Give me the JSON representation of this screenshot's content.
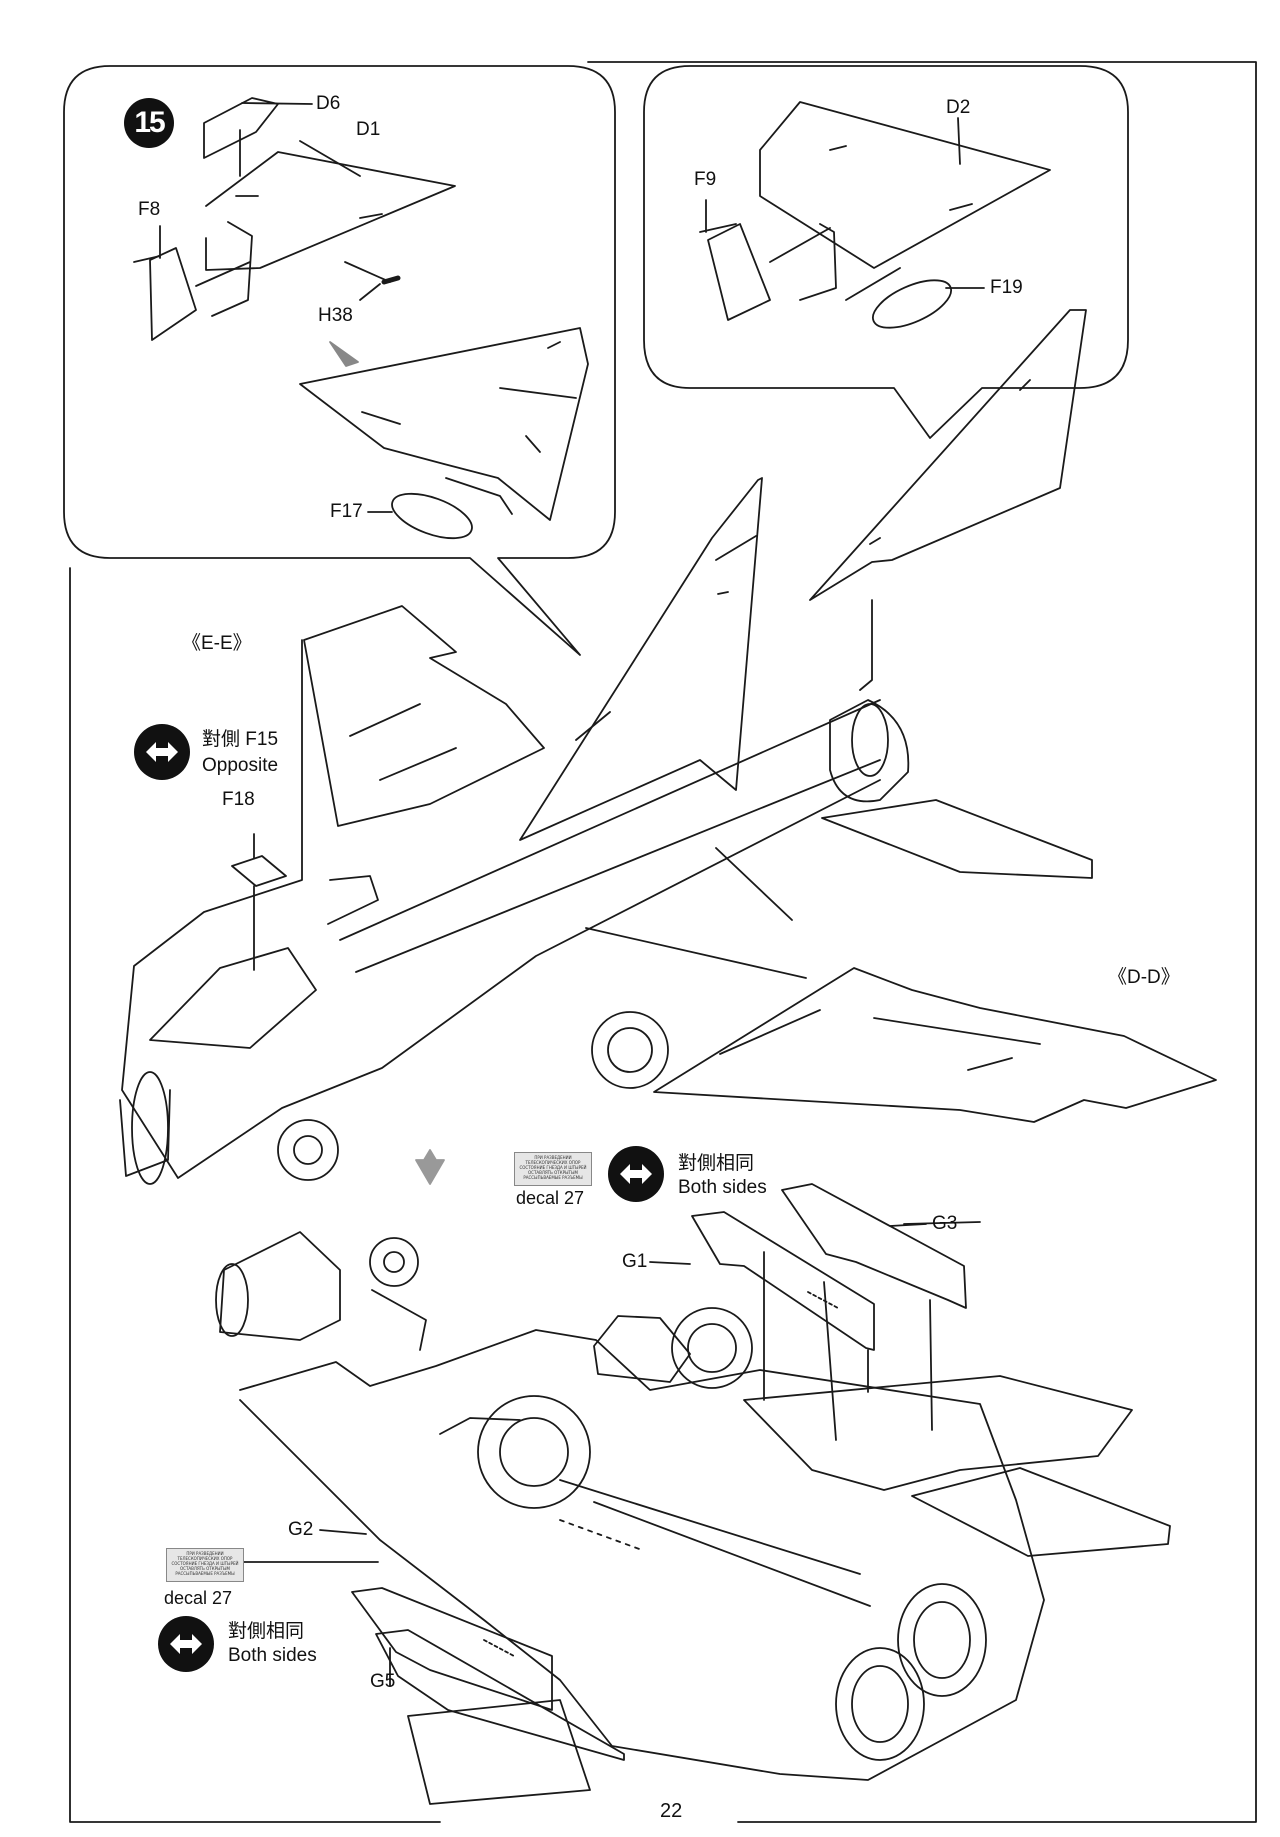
{
  "step": {
    "number": "15"
  },
  "inset_left": {
    "labels": {
      "d6": "D6",
      "d1": "D1",
      "f8": "F8",
      "h38": "H38",
      "f17": "F17"
    }
  },
  "inset_right": {
    "labels": {
      "d2": "D2",
      "f9": "F9",
      "f19": "F19"
    }
  },
  "top_view": {
    "section_e": "《E-E》",
    "section_d": "《D-D》",
    "opposite_symbol": {
      "text_cn": "對側 F15",
      "text_en": "Opposite",
      "icon": "double-arrow-icon"
    },
    "f18": "F18"
  },
  "bottom_view": {
    "decal_a": {
      "label": "decal 27",
      "thumb_text": "ПРИ РАЗВЕДЕНИИ ТЕЛЕСКОПИЧЕСКИХ ОПОР СОСТОЯНИЕ ГНЕЗДА И ШТЫРЕЙ ОСТАВЛЯТЬ ОТКРЫТЫМ РАССЫПЬВАЕМЫЕ РАЗЪЕМЫ"
    },
    "decal_b": {
      "label": "decal 27",
      "thumb_text": "ПРИ РАЗВЕДЕНИИ ТЕЛЕСКОПИЧЕСКИХ ОПОР СОСТОЯНИЕ ГНЕЗДА И ШТЫРЕЙ ОСТАВЛЯТЬ ОТКРЫТЫМ РАССЫПЬВАЕМЫЕ РАЗЪЕМЫ"
    },
    "both_sides_a": {
      "text_cn": "對側相同",
      "text_en": "Both sides",
      "icon": "double-arrow-icon"
    },
    "both_sides_b": {
      "text_cn": "對側相同",
      "text_en": "Both sides",
      "icon": "double-arrow-icon"
    },
    "labels": {
      "g1": "G1",
      "g2": "G2",
      "g3": "G3",
      "g5": "G5"
    }
  },
  "page": {
    "number": "22"
  }
}
